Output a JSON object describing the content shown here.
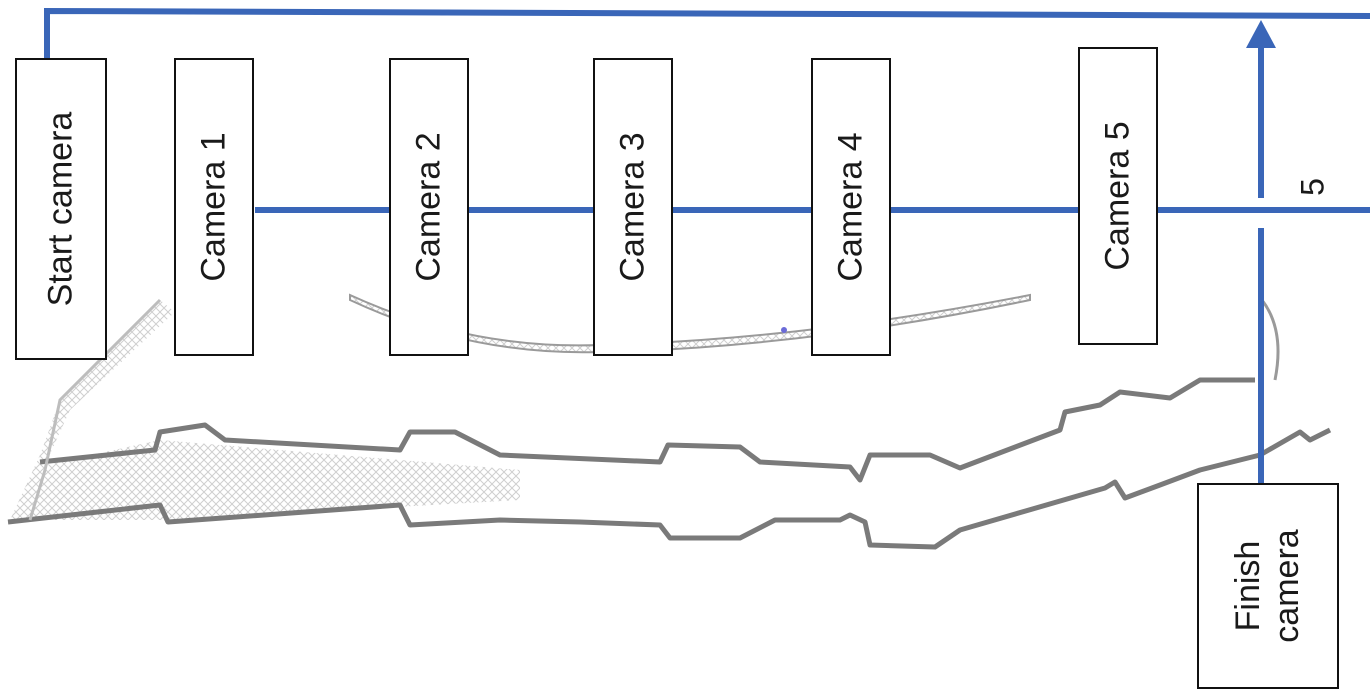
{
  "diagram": {
    "cameras": [
      {
        "id": "start",
        "label": "Start camera"
      },
      {
        "id": "cam1",
        "label": "Camera 1"
      },
      {
        "id": "cam2",
        "label": "Camera 2"
      },
      {
        "id": "cam3",
        "label": "Camera 3"
      },
      {
        "id": "cam4",
        "label": "Camera 4"
      },
      {
        "id": "cam5",
        "label": "Camera 5"
      },
      {
        "id": "finish",
        "label_line1": "Finish",
        "label_line2": "camera"
      }
    ],
    "side_label": "5",
    "colors": {
      "link": "#3a66b8",
      "track": "#8a8a8a",
      "box_border": "#111111"
    }
  }
}
